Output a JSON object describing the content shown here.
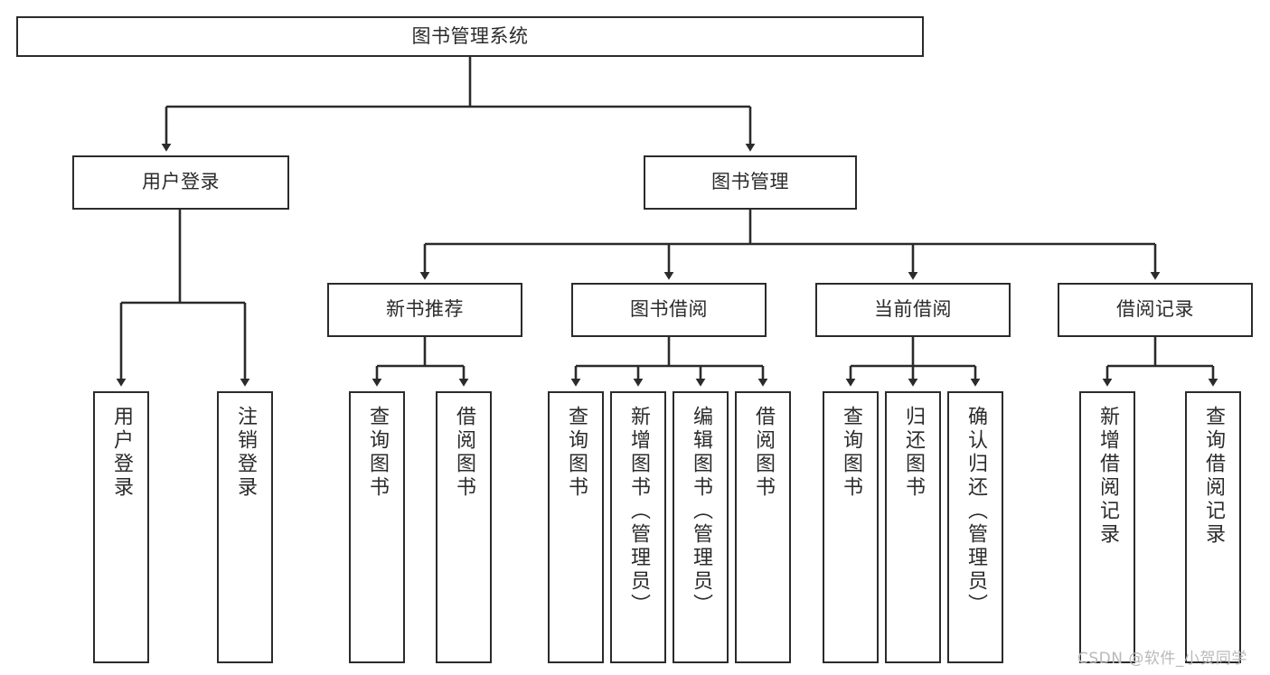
{
  "diagram": {
    "type": "tree-hierarchy-chart",
    "title": "图书管理系统",
    "stroke_color": "#2b2b2b",
    "fill_color": "#ffffff",
    "background": "#ffffff",
    "levels": 4,
    "orientation": "top-down"
  },
  "root": {
    "id": "root",
    "label": "图书管理系统",
    "text_orientation": "horizontal"
  },
  "level1": [
    {
      "id": "user-login",
      "label": "用户登录",
      "text_orientation": "horizontal"
    },
    {
      "id": "book-management",
      "label": "图书管理",
      "text_orientation": "horizontal"
    }
  ],
  "level2": [
    {
      "id": "new-book-recommend",
      "label": "新书推荐",
      "parent": "book-management",
      "text_orientation": "horizontal"
    },
    {
      "id": "book-borrow",
      "label": "图书借阅",
      "parent": "book-management",
      "text_orientation": "horizontal"
    },
    {
      "id": "current-borrow",
      "label": "当前借阅",
      "parent": "book-management",
      "text_orientation": "horizontal"
    },
    {
      "id": "borrow-record",
      "label": "借阅记录",
      "parent": "book-management",
      "text_orientation": "horizontal"
    }
  ],
  "leaves": [
    {
      "id": "leaf-user-login",
      "label": "用户登录",
      "parent": "user-login",
      "text_orientation": "vertical"
    },
    {
      "id": "leaf-logout",
      "label": "注销登录",
      "parent": "user-login",
      "text_orientation": "vertical"
    },
    {
      "id": "leaf-query-book-1",
      "label": "查询图书",
      "parent": "new-book-recommend",
      "text_orientation": "vertical"
    },
    {
      "id": "leaf-borrow-book-1",
      "label": "借阅图书",
      "parent": "new-book-recommend",
      "text_orientation": "vertical"
    },
    {
      "id": "leaf-query-book-2",
      "label": "查询图书",
      "parent": "book-borrow",
      "text_orientation": "vertical"
    },
    {
      "id": "leaf-add-book",
      "label": "新增图书（管理员）",
      "parent": "book-borrow",
      "text_orientation": "vertical"
    },
    {
      "id": "leaf-edit-book",
      "label": "编辑图书（管理员）",
      "parent": "book-borrow",
      "text_orientation": "vertical"
    },
    {
      "id": "leaf-borrow-book-2",
      "label": "借阅图书",
      "parent": "book-borrow",
      "text_orientation": "vertical"
    },
    {
      "id": "leaf-query-book-3",
      "label": "查询图书",
      "parent": "current-borrow",
      "text_orientation": "vertical"
    },
    {
      "id": "leaf-return-book",
      "label": "归还图书",
      "parent": "current-borrow",
      "text_orientation": "vertical"
    },
    {
      "id": "leaf-confirm-return",
      "label": "确认归还（管理员）",
      "parent": "current-borrow",
      "text_orientation": "vertical"
    },
    {
      "id": "leaf-add-record",
      "label": "新增借阅记录",
      "parent": "borrow-record",
      "text_orientation": "vertical"
    },
    {
      "id": "leaf-query-record",
      "label": "查询借阅记录",
      "parent": "borrow-record",
      "text_orientation": "vertical"
    }
  ],
  "watermark": {
    "text": "CSDN @软件_小贺同学",
    "color": "#b9b9b9"
  }
}
